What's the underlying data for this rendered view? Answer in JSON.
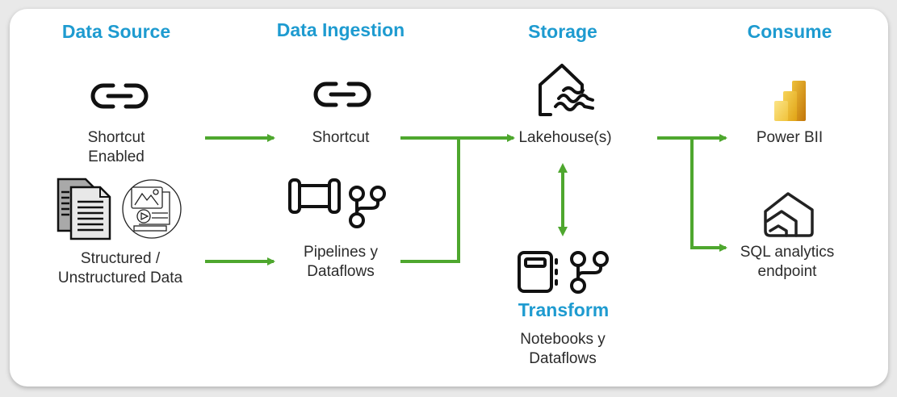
{
  "diagram": {
    "accent_color": "#1e9bd0",
    "arrow_color": "#4ea72e",
    "columns": {
      "data_source": {
        "title": "Data Source"
      },
      "data_ingestion": {
        "title": "Data Ingestion"
      },
      "storage": {
        "title": "Storage"
      },
      "consume": {
        "title": "Consume"
      }
    },
    "nodes": {
      "shortcut_enabled": {
        "label_line1": "Shortcut",
        "label_line2": "Enabled",
        "icon": "link-icon"
      },
      "structured_data": {
        "label_line1": "Structured /",
        "label_line2": "Unstructured Data",
        "icon": "documents-icon"
      },
      "shortcut": {
        "label": "Shortcut",
        "icon": "link-icon"
      },
      "pipelines": {
        "label_line1": "Pipelines y",
        "label_line2": "Dataflows",
        "icon": "pipeline-icon"
      },
      "lakehouse": {
        "label": "Lakehouse(s)",
        "icon": "lakehouse-icon"
      },
      "transform": {
        "title": "Transform",
        "label_line1": "Notebooks y",
        "label_line2": "Dataflows",
        "icon": "notebook-icon"
      },
      "power_bi": {
        "label": "Power BII",
        "icon": "power-bi-icon"
      },
      "sql_endpoint": {
        "label_line1": "SQL analytics",
        "label_line2": "endpoint",
        "icon": "sql-endpoint-icon"
      }
    },
    "edges": [
      {
        "from": "Shortcut Enabled",
        "to": "Shortcut"
      },
      {
        "from": "Structured / Unstructured Data",
        "to": "Pipelines y Dataflows"
      },
      {
        "from": "Shortcut",
        "to": "Lakehouse(s)"
      },
      {
        "from": "Pipelines y Dataflows",
        "to": "Lakehouse(s)"
      },
      {
        "from": "Lakehouse(s)",
        "to": "Transform",
        "bidirectional": true
      },
      {
        "from": "Lakehouse(s)",
        "to": "Power BII"
      },
      {
        "from": "Lakehouse(s)",
        "to": "SQL analytics endpoint"
      }
    ]
  }
}
